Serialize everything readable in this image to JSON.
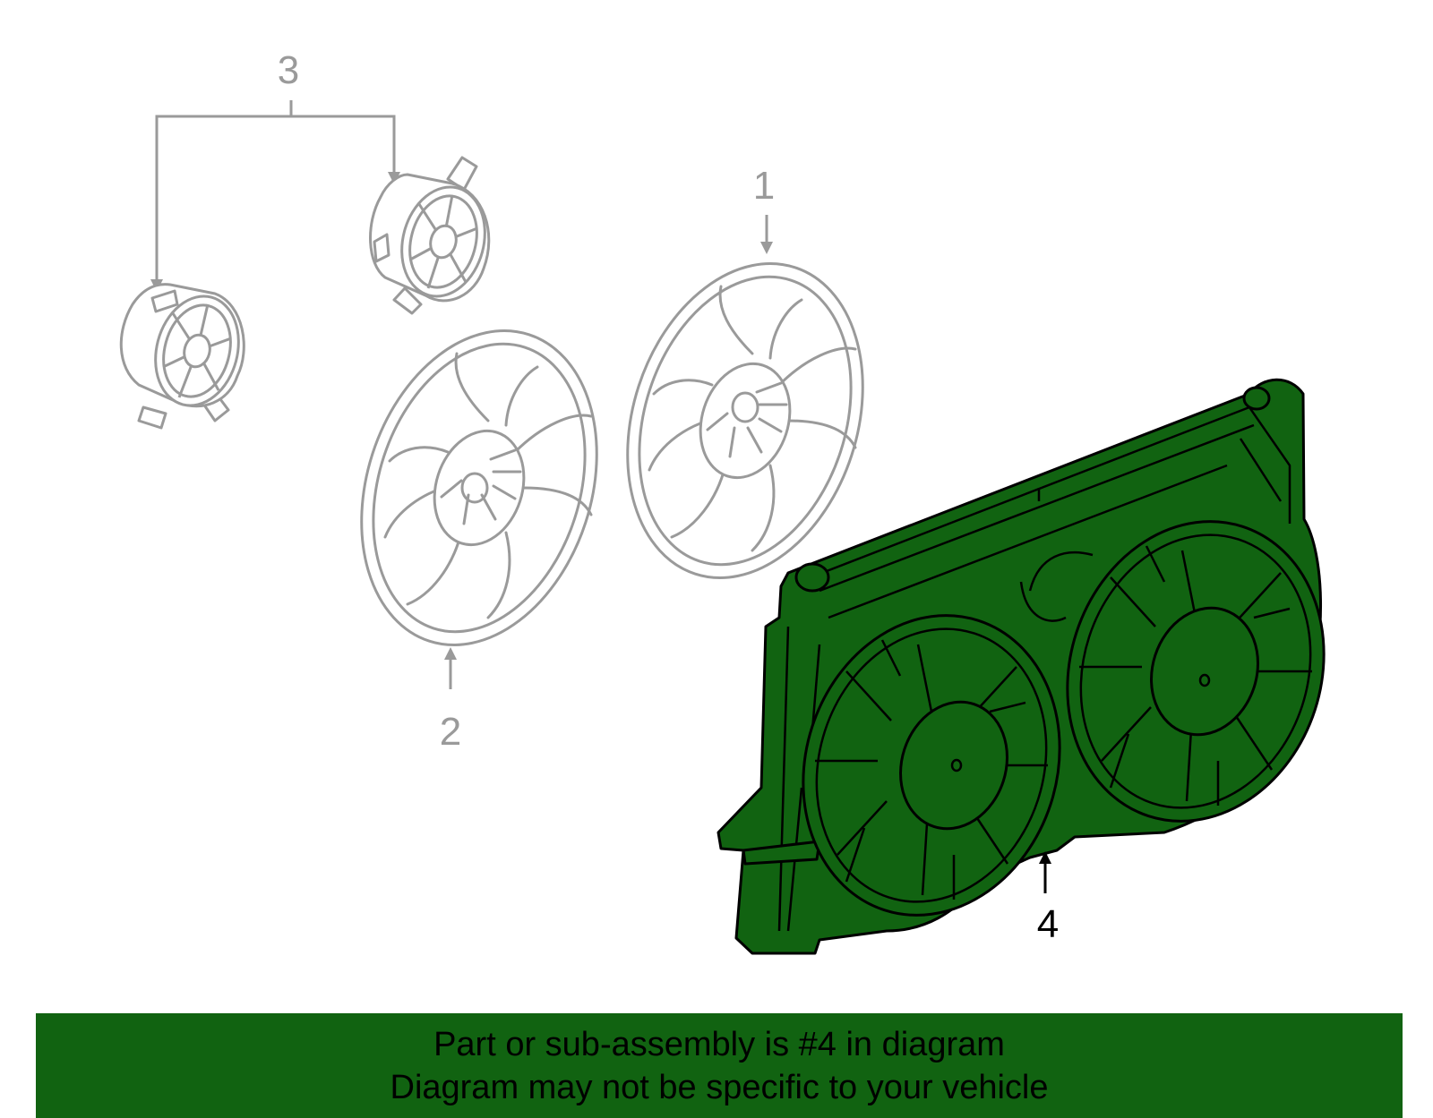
{
  "callouts": {
    "fan_1": "1",
    "fan_2": "2",
    "motors": "3",
    "assembly": "4"
  },
  "banner": {
    "line1": "Part or sub-assembly is #4 in diagram",
    "line2": "Diagram may not be specific to your vehicle"
  },
  "colors": {
    "highlight": "#116311",
    "outline_gray": "#9a9a9a",
    "ink": "#000000",
    "background": "#ffffff"
  }
}
